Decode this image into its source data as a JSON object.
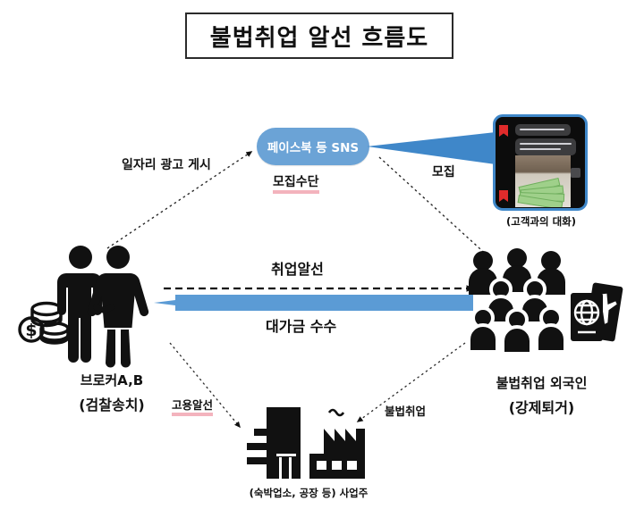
{
  "title": "불법취업 알선 흐름도",
  "nodes": {
    "sns": {
      "label": "페이스북 등 SNS",
      "sublabel": "모집수단",
      "icon": "sns-bubble-icon",
      "color": "#6ba3d6"
    },
    "broker": {
      "label": "브로커A,B",
      "status": "(검찰송치)",
      "status_color": "#e60012",
      "icons": [
        "man-silhouette-icon",
        "woman-silhouette-icon",
        "money-coins-icon"
      ]
    },
    "foreigner": {
      "label": "불법취업 외국인",
      "status": "(강제퇴거)",
      "status_color": "#e60012",
      "icons": [
        "people-group-icon",
        "passport-icon",
        "boarding-pass-icon"
      ]
    },
    "business": {
      "label": "(숙박업소, 공장 등) 사업주",
      "icons": [
        "office-building-icon",
        "factory-icon"
      ]
    },
    "evidence": {
      "caption": "(고객과의 대화)",
      "icon": "phone-chat-screenshot"
    }
  },
  "edges": [
    {
      "id": "broker-to-sns",
      "label": "일자리 광고 게시",
      "style": "dotted",
      "direction": "up-right"
    },
    {
      "id": "sns-to-foreigner",
      "label": "모집",
      "style": "dotted",
      "direction": "down-right"
    },
    {
      "id": "broker-to-foreigner",
      "label": "취업알선",
      "style": "dashed",
      "direction": "right"
    },
    {
      "id": "foreigner-to-broker",
      "label": "대가금 수수",
      "style": "solid-blue",
      "direction": "left",
      "color": "#5b9bd5"
    },
    {
      "id": "broker-to-business",
      "label": "고용알선",
      "style": "dotted",
      "direction": "down-right",
      "highlight": "#f3b3bd"
    },
    {
      "id": "foreigner-to-business",
      "label": "불법취업",
      "style": "dotted",
      "direction": "down-left"
    }
  ],
  "highlights": {
    "recruit_means": "#f3b3bd",
    "employment_broker": "#f3b3bd"
  }
}
